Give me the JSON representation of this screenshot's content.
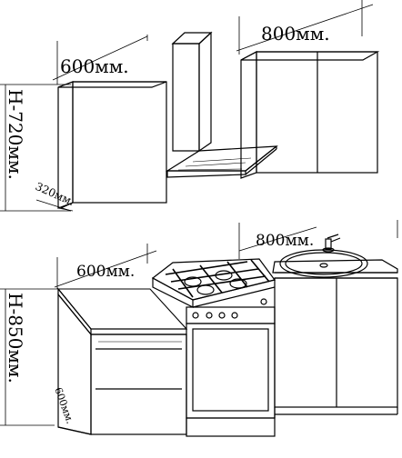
{
  "dimensions": {
    "upper_left_width": "600мм.",
    "upper_right_width": "800мм.",
    "upper_height": "H-720мм.",
    "upper_depth": "320мм.",
    "lower_left_width": "600мм.",
    "lower_right_width": "800мм.",
    "lower_height": "H-850мм.",
    "lower_depth": "600мм."
  }
}
